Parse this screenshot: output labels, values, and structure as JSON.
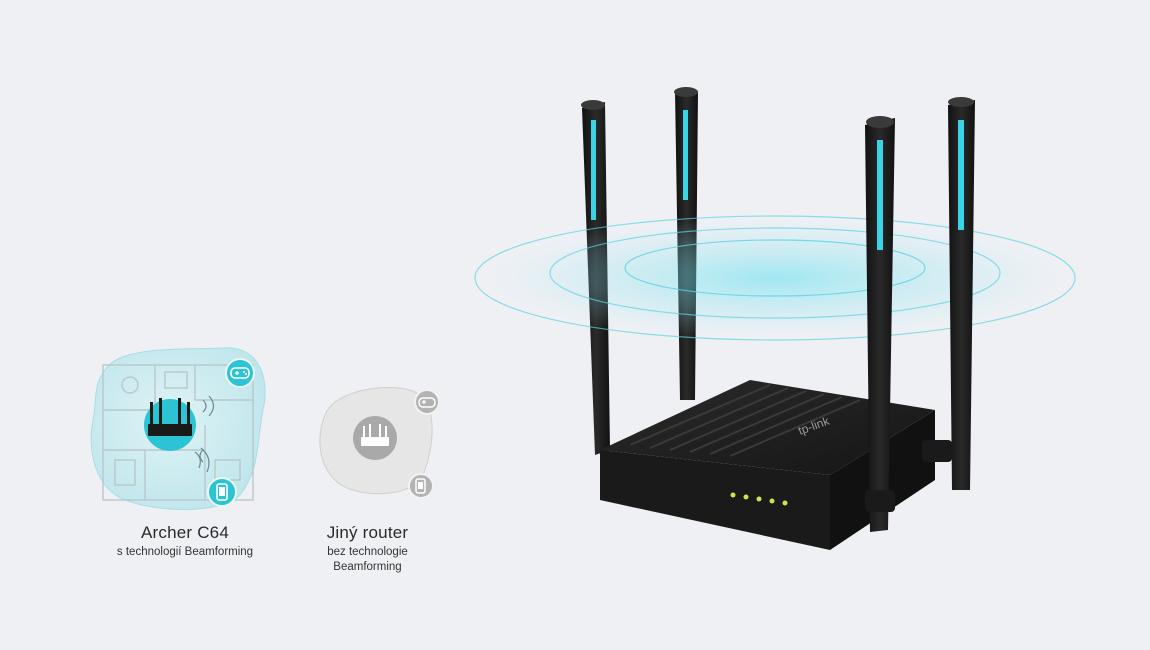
{
  "comparison": {
    "archer": {
      "title": "Archer C64",
      "subtitle": "s technologií Beamforming",
      "accent": "#5fc6d4"
    },
    "other": {
      "title": "Jiný router",
      "subtitle_line1": "bez technologie",
      "subtitle_line2": "Beamforming",
      "accent": "#b8b8b8"
    },
    "icons": [
      "gamepad-icon",
      "phone-icon",
      "router-icon"
    ]
  },
  "product": {
    "brand": "tp-link",
    "body_color": "#1b1b1b",
    "antenna_glow": "#39d5e6",
    "led_color": "#c7e84a"
  }
}
